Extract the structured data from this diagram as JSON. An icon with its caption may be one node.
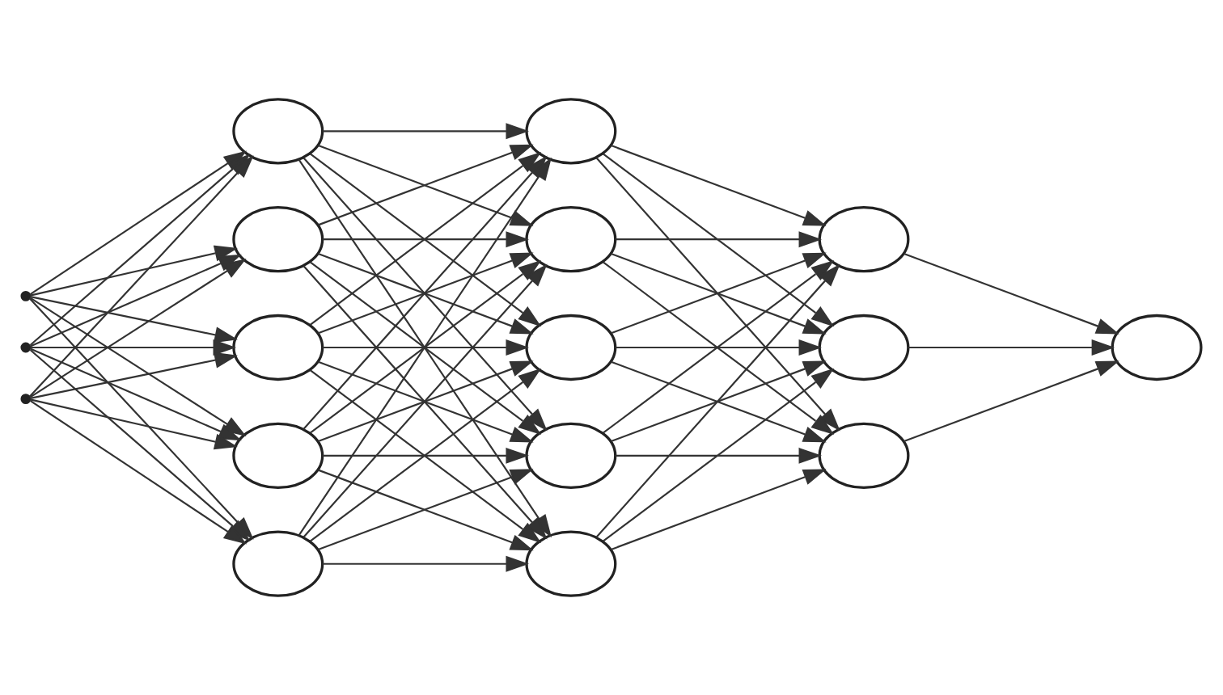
{
  "diagram": {
    "nodes": [
      {
        "text": [],
        "shape": "point"
      },
      {
        "text": [],
        "shape": "point"
      },
      {
        "text": [],
        "shape": "point"
      },
      {
        "text": [],
        "shape": "ellipse"
      },
      {
        "text": [],
        "shape": "ellipse"
      },
      {
        "text": [],
        "shape": "ellipse"
      },
      {
        "text": [],
        "shape": "ellipse"
      },
      {
        "text": [],
        "shape": "ellipse"
      },
      {
        "text": [],
        "shape": "ellipse"
      },
      {
        "text": [],
        "shape": "ellipse"
      },
      {
        "text": [],
        "shape": "ellipse"
      },
      {
        "text": [],
        "shape": "ellipse"
      },
      {
        "text": [],
        "shape": "ellipse"
      },
      {
        "text": [],
        "shape": "ellipse"
      },
      {
        "text": [],
        "shape": "ellipse"
      },
      {
        "text": [],
        "shape": "ellipse"
      },
      {
        "text": [],
        "shape": "ellipse"
      }
    ],
    "edges": [
      {
        "from": 0,
        "to": 3,
        "arrow": "to"
      },
      {
        "from": 0,
        "to": 4,
        "arrow": "to"
      },
      {
        "from": 0,
        "to": 5,
        "arrow": "to"
      },
      {
        "from": 0,
        "to": 6,
        "arrow": "to"
      },
      {
        "from": 0,
        "to": 7,
        "arrow": "to"
      },
      {
        "from": 1,
        "to": 3,
        "arrow": "to"
      },
      {
        "from": 1,
        "to": 4,
        "arrow": "to"
      },
      {
        "from": 1,
        "to": 5,
        "arrow": "to"
      },
      {
        "from": 1,
        "to": 6,
        "arrow": "to"
      },
      {
        "from": 1,
        "to": 7,
        "arrow": "to"
      },
      {
        "from": 2,
        "to": 3,
        "arrow": "to"
      },
      {
        "from": 2,
        "to": 4,
        "arrow": "to"
      },
      {
        "from": 2,
        "to": 5,
        "arrow": "to"
      },
      {
        "from": 2,
        "to": 6,
        "arrow": "to"
      },
      {
        "from": 2,
        "to": 7,
        "arrow": "to"
      },
      {
        "from": 3,
        "to": 8,
        "arrow": "to"
      },
      {
        "from": 3,
        "to": 9,
        "arrow": "to"
      },
      {
        "from": 3,
        "to": 10,
        "arrow": "to"
      },
      {
        "from": 3,
        "to": 11,
        "arrow": "to"
      },
      {
        "from": 3,
        "to": 12,
        "arrow": "to"
      },
      {
        "from": 4,
        "to": 8,
        "arrow": "to"
      },
      {
        "from": 4,
        "to": 9,
        "arrow": "to"
      },
      {
        "from": 4,
        "to": 10,
        "arrow": "to"
      },
      {
        "from": 4,
        "to": 11,
        "arrow": "to"
      },
      {
        "from": 4,
        "to": 12,
        "arrow": "to"
      },
      {
        "from": 5,
        "to": 8,
        "arrow": "to"
      },
      {
        "from": 5,
        "to": 9,
        "arrow": "to"
      },
      {
        "from": 5,
        "to": 10,
        "arrow": "to"
      },
      {
        "from": 5,
        "to": 11,
        "arrow": "to"
      },
      {
        "from": 5,
        "to": 12,
        "arrow": "to"
      },
      {
        "from": 6,
        "to": 8,
        "arrow": "to"
      },
      {
        "from": 6,
        "to": 9,
        "arrow": "to"
      },
      {
        "from": 6,
        "to": 10,
        "arrow": "to"
      },
      {
        "from": 6,
        "to": 11,
        "arrow": "to"
      },
      {
        "from": 6,
        "to": 12,
        "arrow": "to"
      },
      {
        "from": 7,
        "to": 8,
        "arrow": "to"
      },
      {
        "from": 7,
        "to": 9,
        "arrow": "to"
      },
      {
        "from": 7,
        "to": 10,
        "arrow": "to"
      },
      {
        "from": 7,
        "to": 11,
        "arrow": "to"
      },
      {
        "from": 7,
        "to": 12,
        "arrow": "to"
      },
      {
        "from": 8,
        "to": 13,
        "arrow": "to"
      },
      {
        "from": 8,
        "to": 14,
        "arrow": "to"
      },
      {
        "from": 8,
        "to": 15,
        "arrow": "to"
      },
      {
        "from": 9,
        "to": 13,
        "arrow": "to"
      },
      {
        "from": 9,
        "to": 14,
        "arrow": "to"
      },
      {
        "from": 9,
        "to": 15,
        "arrow": "to"
      },
      {
        "from": 10,
        "to": 13,
        "arrow": "to"
      },
      {
        "from": 10,
        "to": 14,
        "arrow": "to"
      },
      {
        "from": 10,
        "to": 15,
        "arrow": "to"
      },
      {
        "from": 11,
        "to": 13,
        "arrow": "to"
      },
      {
        "from": 11,
        "to": 14,
        "arrow": "to"
      },
      {
        "from": 11,
        "to": 15,
        "arrow": "to"
      },
      {
        "from": 12,
        "to": 13,
        "arrow": "to"
      },
      {
        "from": 12,
        "to": 14,
        "arrow": "to"
      },
      {
        "from": 12,
        "to": 15,
        "arrow": "to"
      },
      {
        "from": 13,
        "to": 16,
        "arrow": "to"
      },
      {
        "from": 14,
        "to": 16,
        "arrow": "to"
      },
      {
        "from": 15,
        "to": 16,
        "arrow": "to"
      }
    ]
  }
}
